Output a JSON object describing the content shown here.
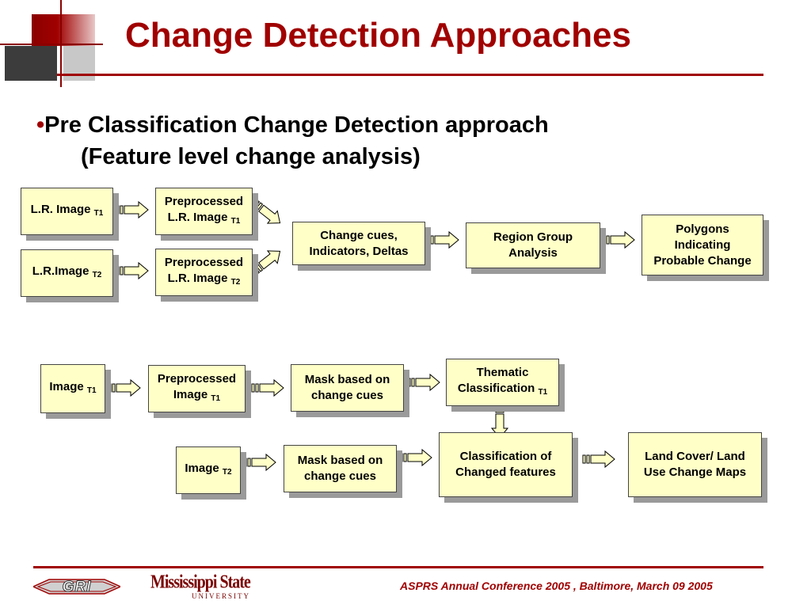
{
  "slide": {
    "title": "Change Detection Approaches",
    "bullet_line1": "Pre Classification Change Detection approach",
    "bullet_line2": "(Feature level change analysis)"
  },
  "diagram_top": {
    "lr_image_t1": {
      "text": "L.R. Image",
      "sub": "T1"
    },
    "lr_image_t2": {
      "text": "L.R.Image",
      "sub": "T2"
    },
    "pre_t1": {
      "line1": "Preprocessed",
      "line2": "L.R. Image",
      "sub": "T1"
    },
    "pre_t2": {
      "line1": "Preprocessed",
      "line2": "L.R. Image",
      "sub": "T2"
    },
    "change_cues": {
      "line1": "Change cues,",
      "line2": "Indicators, Deltas"
    },
    "region_group": {
      "line1": "Region Group",
      "line2": "Analysis"
    },
    "polygons": {
      "line1": "Polygons",
      "line2": "Indicating",
      "line3": "Probable Change"
    }
  },
  "diagram_bottom": {
    "image_t1": {
      "text": "Image",
      "sub": "T1"
    },
    "pre_image_t1": {
      "line1": "Preprocessed",
      "line2": "Image",
      "sub": "T1"
    },
    "mask_t1": {
      "line1": "Mask based on",
      "line2": "change cues"
    },
    "thematic": {
      "line1": "Thematic",
      "line2": "Classification",
      "sub": "T1"
    },
    "image_t2": {
      "text": "Image",
      "sub": "T2"
    },
    "mask_t2": {
      "line1": "Mask based on",
      "line2": "change cues"
    },
    "classification_changed": {
      "line1": "Classification of",
      "line2": "Changed features"
    },
    "land_cover": {
      "line1": "Land Cover/ Land",
      "line2": "Use Change Maps"
    }
  },
  "footer": {
    "conference": "ASPRS Annual Conference 2005 , Baltimore, March 09 2005",
    "logo_gri": "GRI",
    "logo_msu": "Mississippi State",
    "logo_msu_sub": "UNIVERSITY"
  },
  "colors": {
    "accent": "#a00000",
    "box_fill": "#ffffc8",
    "arrow_fill": "#ffffc8",
    "shadow": "#9a9a9a"
  }
}
